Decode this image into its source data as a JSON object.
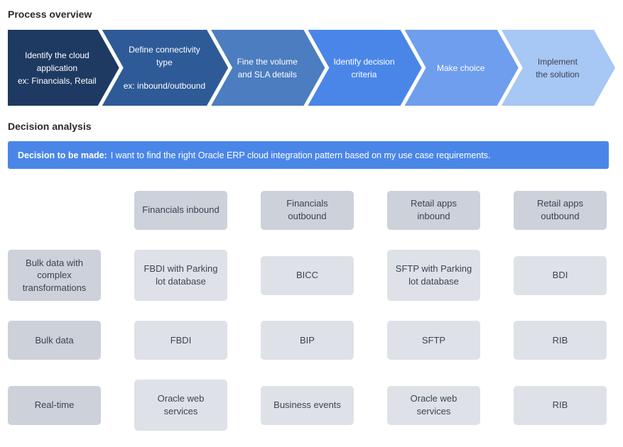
{
  "process": {
    "heading": "Process overview",
    "steps": [
      {
        "main": "Identify the cloud application",
        "sub": "ex: Financials, Retail",
        "color": "#1e3a62",
        "text_color": "#ffffff"
      },
      {
        "main": "Define connectivity type",
        "sub": "ex: inbound/outbound",
        "color": "#2e5b97",
        "text_color": "#ffffff"
      },
      {
        "main": "Fine the volume and SLA details",
        "color": "#4b7dc0",
        "text_color": "#ffffff"
      },
      {
        "main": "Identify decision criteria",
        "color": "#4a86e8",
        "text_color": "#ffffff"
      },
      {
        "main": "Make choice",
        "color": "#6f9eee",
        "text_color": "#ffffff"
      },
      {
        "main": "Implement",
        "sub": "the solution",
        "color": "#a7c7f4",
        "text_color": "#3b4350"
      }
    ]
  },
  "decision": {
    "heading": "Decision analysis",
    "banner": {
      "label": "Decision to be made:",
      "text": "I want to find the right Oracle ERP cloud integration pattern based on my use case requirements.",
      "color": "#4a86e8"
    }
  },
  "matrix": {
    "column_headers": [
      "Financials inbound",
      "Financials outbound",
      "Retail apps inbound",
      "Retail apps outbound"
    ],
    "rows": [
      {
        "header": "Bulk data with complex transformations",
        "cells": [
          "FBDI with Parking lot database",
          "BICC",
          "SFTP with Parking lot database",
          "BDI"
        ]
      },
      {
        "header": "Bulk data",
        "cells": [
          "FBDI",
          "BIP",
          "SFTP",
          "RIB"
        ]
      },
      {
        "header": "Real-time",
        "cells": [
          "Oracle web services",
          "Business events",
          "Oracle web services",
          "RIB"
        ]
      }
    ]
  },
  "colors": {
    "header_cell_bg": "#ccd1da",
    "data_cell_bg": "#dee1e8",
    "cell_text": "#3c4452",
    "heading_text": "#2b2b2b"
  }
}
